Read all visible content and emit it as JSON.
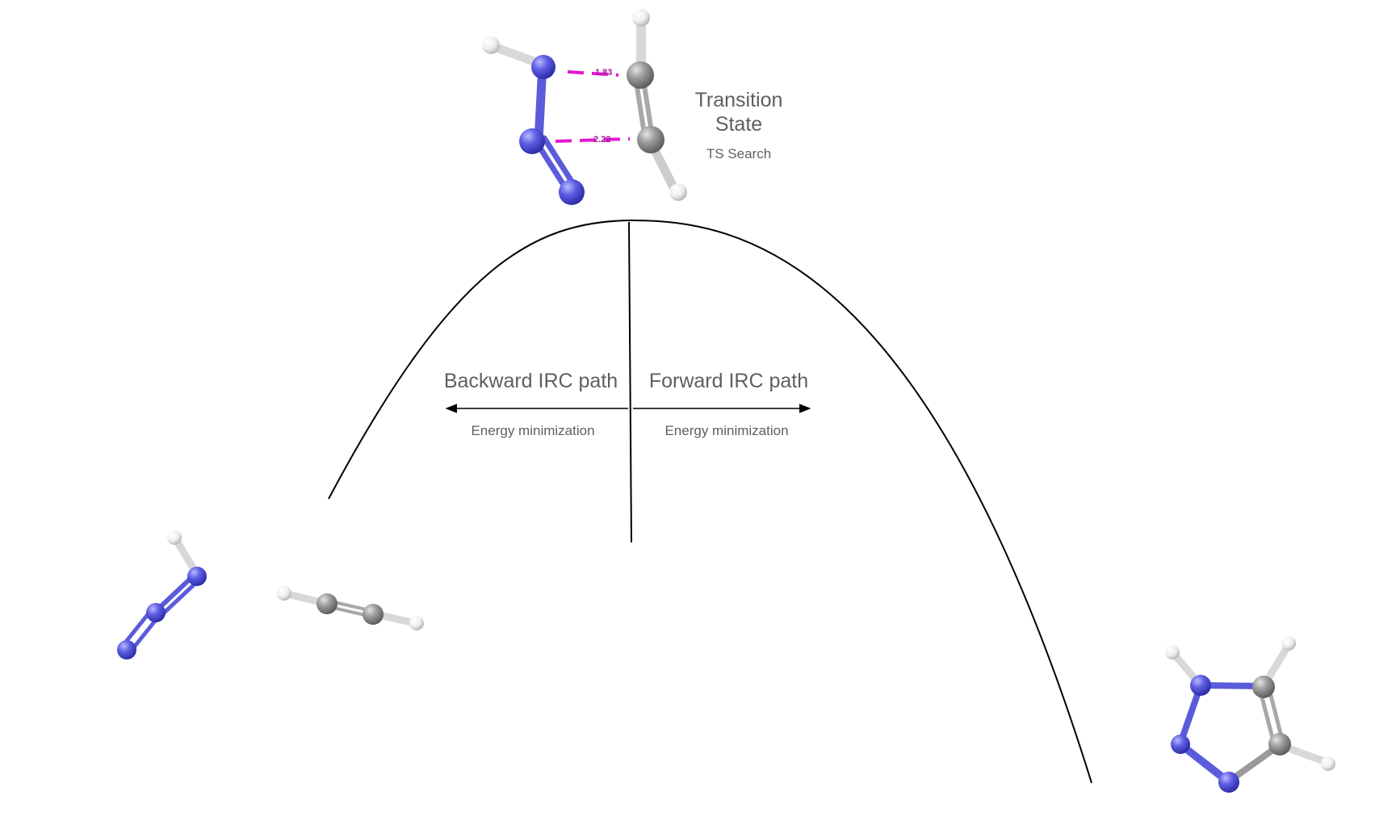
{
  "labels": {
    "ts_title": "Transition State",
    "ts_subtitle": "TS Search",
    "backward_title": "Backward IRC path",
    "forward_title": "Forward IRC path",
    "backward_subtitle": "Energy minimization",
    "forward_subtitle": "Energy minimization"
  },
  "ts_distances": {
    "top": "1.83",
    "bottom": "2.22"
  },
  "colors": {
    "nitrogen": "#5b5bdc",
    "carbon": "#9a9a9a",
    "hydrogen": "#f2f2f2",
    "bond_dash": "#e11ad0",
    "text": "#5f5f5f",
    "curve": "#000000"
  }
}
